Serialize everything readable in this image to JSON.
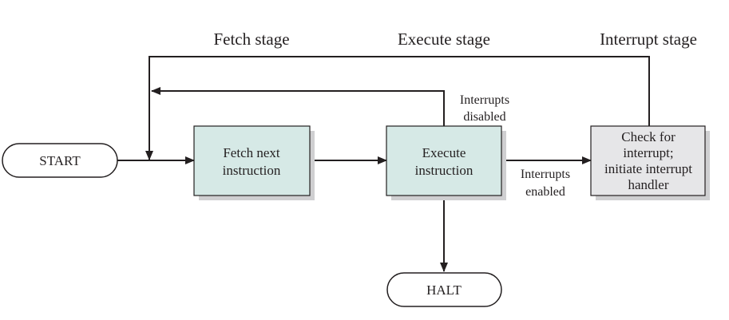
{
  "stages": {
    "fetch": "Fetch stage",
    "execute": "Execute stage",
    "interrupt": "Interrupt stage"
  },
  "nodes": {
    "start": "START",
    "halt": "HALT",
    "fetch_line1": "Fetch next",
    "fetch_line2": "instruction",
    "execute_line1": "Execute",
    "execute_line2": "instruction",
    "check_line1": "Check for",
    "check_line2": "interrupt;",
    "check_line3": "initiate interrupt",
    "check_line4": "handler"
  },
  "edge_labels": {
    "disabled_line1": "Interrupts",
    "disabled_line2": "disabled",
    "enabled_line1": "Interrupts",
    "enabled_line2": "enabled"
  },
  "colors": {
    "process_fill": "#d6e9e6",
    "interrupt_fill": "#e6e6e8",
    "shadow": "#cfcfd1",
    "line": "#231f20"
  }
}
